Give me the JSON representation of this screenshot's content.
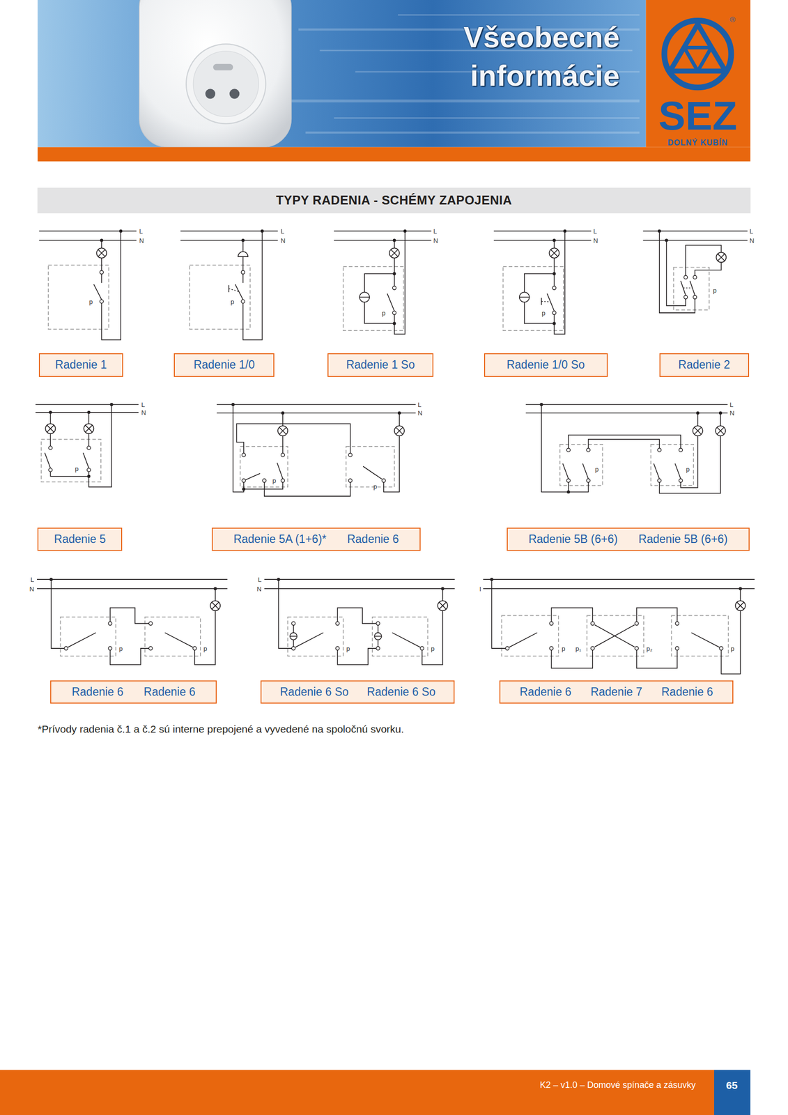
{
  "diagram": {
    "title": "TYPY RADENIA - SCHÉMY ZAPOJENIA",
    "caption": "*Prívody radenia č.1 a č.2 sú interne prepojené a vyvedené na spoločnú svorku.",
    "nodes": [
      {
        "text": [
          "Radenie 1"
        ]
      },
      {
        "text": [
          "Radenie 1/0"
        ]
      },
      {
        "text": [
          "Radenie 1 So"
        ]
      },
      {
        "text": [
          "Radenie 1/0 So"
        ]
      },
      {
        "text": [
          "Radenie 2"
        ]
      },
      {
        "text": [
          "Radenie 5"
        ]
      },
      {
        "text": [
          "Radenie 5A (1+6)*",
          "Radenie 6"
        ]
      },
      {
        "text": [
          "Radenie 5B (6+6)",
          "Radenie 5B (6+6)"
        ]
      },
      {
        "text": [
          "Radenie 6",
          "Radenie 6"
        ]
      },
      {
        "text": [
          "Radenie 6 So",
          "Radenie 6 So"
        ]
      },
      {
        "text": [
          "Radenie 6",
          "Radenie 7",
          "Radenie 6"
        ]
      }
    ],
    "labels": [
      "Všeobecné informácie",
      "SEZ",
      "DOLNÝ KUBÍN",
      "®",
      "L",
      "N",
      "p",
      "L",
      "N",
      "p",
      "L",
      "N",
      "p",
      "L",
      "N",
      "p",
      "L",
      "N",
      "p",
      "L",
      "N",
      "p",
      "L",
      "N",
      "p",
      "p",
      "L",
      "N",
      "p",
      "p",
      "L",
      "N",
      "p",
      "p",
      "L",
      "N",
      "p",
      "p",
      "l",
      "p",
      "p₁",
      "p₂",
      "p",
      "K2 – v1.0 – Domové spínače a zásuvky",
      "65"
    ]
  }
}
